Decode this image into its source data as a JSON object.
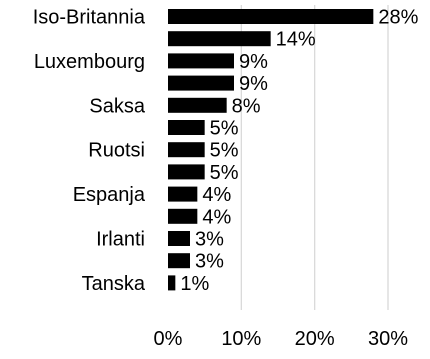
{
  "chart_data": {
    "type": "bar",
    "orientation": "horizontal",
    "categories": [
      "Iso-Britannia",
      "",
      "Luxembourg",
      "",
      "Saksa",
      "",
      "Ruotsi",
      "",
      "Espanja",
      "",
      "Irlanti",
      "",
      "Tanska"
    ],
    "values": [
      28,
      14,
      9,
      9,
      8,
      5,
      5,
      5,
      4,
      4,
      3,
      3,
      1
    ],
    "data_labels": [
      "28%",
      "14%",
      "9%",
      "9%",
      "8%",
      "5%",
      "5%",
      "5%",
      "4%",
      "4%",
      "3%",
      "3%",
      "1%"
    ],
    "x_ticks": [
      0,
      10,
      20,
      30
    ],
    "x_tick_labels": [
      "0%",
      "10%",
      "20%",
      "30%"
    ],
    "xlim": [
      0,
      30
    ],
    "bar_color": "#000000",
    "grid_color": "#d9d9d9",
    "grid": true,
    "legend": false
  }
}
